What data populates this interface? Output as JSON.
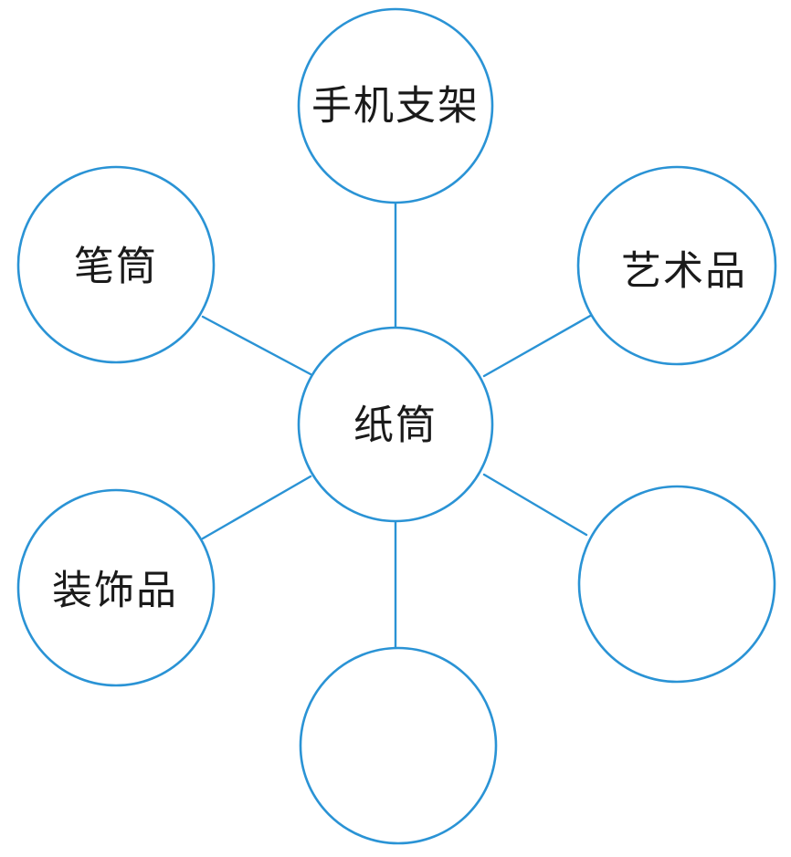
{
  "diagram": {
    "line_color": "#2a93d5",
    "text_color": "#1a1a1a",
    "center": {
      "label": "纸筒"
    },
    "nodes": [
      {
        "id": "top",
        "label": "手机支架"
      },
      {
        "id": "upper-right",
        "label": "艺术品"
      },
      {
        "id": "lower-right",
        "label": ""
      },
      {
        "id": "bottom",
        "label": ""
      },
      {
        "id": "lower-left",
        "label": "装饰品"
      },
      {
        "id": "upper-left",
        "label": "笔筒"
      }
    ]
  }
}
